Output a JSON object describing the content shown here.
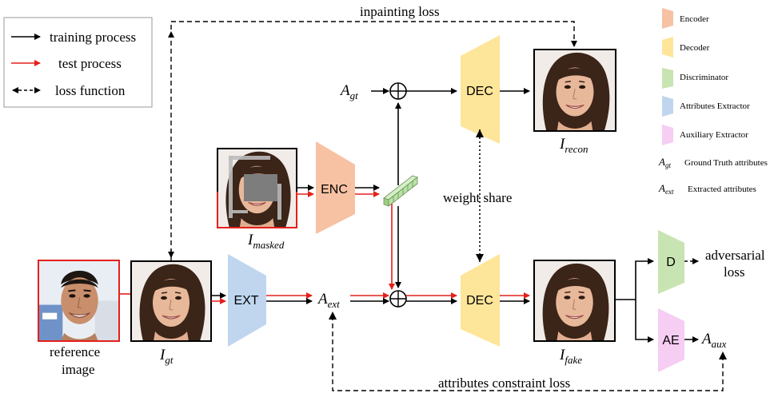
{
  "legend": {
    "training_process": "training process",
    "test_process": "test process",
    "loss_function": "loss function"
  },
  "colors": {
    "encoder": "#F6C2A3",
    "decoder": "#FDE59A",
    "discriminator": "#C8E4B2",
    "attributes_extractor": "#BFD6EE",
    "auxiliary_extractor": "#F6CDF3",
    "test_arrow": "#E3201B",
    "feature_block": "#B9E3A5"
  },
  "key": {
    "encoder": "Encoder",
    "decoder": "Decoder",
    "discriminator": "Discriminator",
    "attributes_extractor": "Attributes Extractor",
    "auxiliary_extractor": "Auxiliary Extractor",
    "agt_symbol": "A",
    "agt_sub": "gt",
    "agt_desc": "Ground Truth attributes",
    "aext_symbol": "A",
    "aext_sub": "ext",
    "aext_desc": "Extracted attributes"
  },
  "modules": {
    "enc": "ENC",
    "dec_top": "DEC",
    "dec_bottom": "DEC",
    "ext": "EXT",
    "d": "D",
    "ae": "AE"
  },
  "labels": {
    "inpainting_loss": "inpainting loss",
    "weight_share": "weight share",
    "adversarial_line1": "adversarial",
    "adversarial_line2": "loss",
    "attributes_constraint_loss": "attributes constraint loss",
    "reference_line1": "reference",
    "reference_line2": "image",
    "agt_main": "A",
    "agt_sub": "gt",
    "aext_main": "A",
    "aext_sub": "ext",
    "aaux_main": "A",
    "aaux_sub": "aux",
    "irecon_main": "I",
    "irecon_sub": "recon",
    "imasked_main": "I",
    "imasked_sub": "masked",
    "igt_main": "I",
    "igt_sub": "gt",
    "ifake_main": "I",
    "ifake_sub": "fake"
  }
}
